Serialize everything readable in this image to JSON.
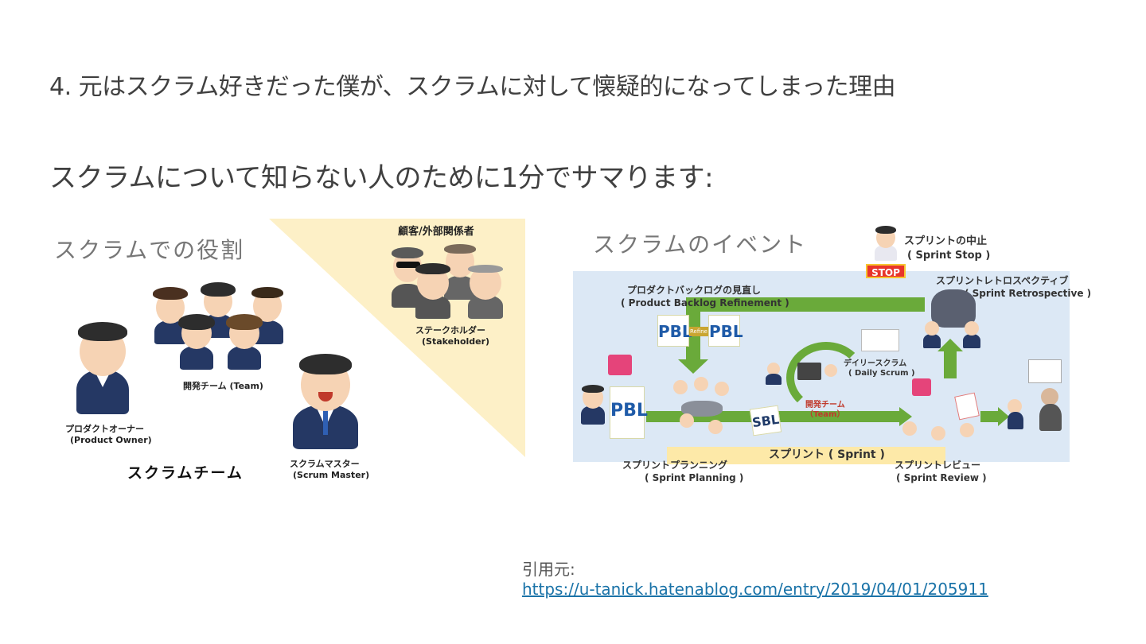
{
  "slide": {
    "title": "4. 元はスクラム好きだった僕が、スクラムに対して懐疑的になってしまった理由",
    "subtitle": "スクラムについて知らない人のために1分でサマります:"
  },
  "roles": {
    "heading": "スクラムでの役割",
    "stakeholder_group": "顧客/外部関係者",
    "stakeholder_jp": "ステークホルダー",
    "stakeholder_en": "(Stakeholder)",
    "team_jp": "開発チーム (Team)",
    "po_jp": "プロダクトオーナー",
    "po_en": "(Product Owner)",
    "sm_jp": "スクラムマスター",
    "sm_en": "(Scrum Master)",
    "scrum_team": "スクラムチーム"
  },
  "events": {
    "heading": "スクラムのイベント",
    "stop_sign": "STOP",
    "sprint_stop_jp": "スプリントの中止",
    "sprint_stop_en": "( Sprint Stop )",
    "refinement_jp": "プロダクトバックログの見直し",
    "refinement_en": "( Product Backlog Refinement )",
    "retro_jp": "スプリントレトロスペクティブ",
    "retro_en": "( Sprint Retrospective )",
    "pbl": "PBL",
    "refine_tag": "Refine",
    "daily_jp": "デイリースクラム",
    "daily_en": "( Daily Scrum )",
    "team_jp": "開発チーム",
    "team_en": "（Team）",
    "sbl": "SBL",
    "planning_jp": "スプリントプランニング",
    "planning_en": "( Sprint Planning )",
    "sprint": "スプリント ( Sprint )",
    "review_jp": "スプリントレビュー",
    "review_en": "( Sprint Review )"
  },
  "source": {
    "label": "引用元:",
    "url": "https://u-tanick.hatenablog.com/entry/2019/04/01/205911"
  },
  "colors": {
    "stakeholder_bg": "#fdf0c7",
    "events_bg": "#dce8f5",
    "arrow_green": "#6aaa3a",
    "sprint_band": "#fde9a8",
    "link": "#1a73a8",
    "stop_red": "#e8342b"
  }
}
